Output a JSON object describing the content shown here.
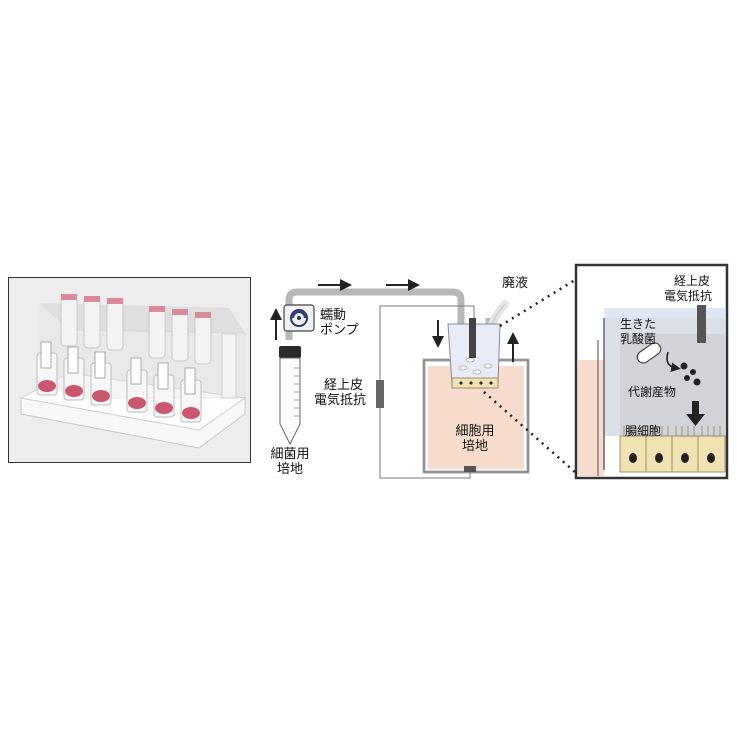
{
  "labels": {
    "pump": [
      "蠕動",
      "ポンプ"
    ],
    "teer_middle": [
      "経上皮",
      "電気抵抗"
    ],
    "bacterial_medium": [
      "細菌用",
      "培地"
    ],
    "waste": "廃液",
    "cell_medium": [
      "細胞用",
      "培地"
    ],
    "teer_zoom": [
      "経上皮",
      "電気抵抗"
    ],
    "live_lactic_bacteria": [
      "生きた",
      "乳酸菌"
    ],
    "metabolites": "代謝産物",
    "intestinal_cells": "腸細胞"
  },
  "colors": {
    "tube": "#b8b8b8",
    "medium_pink": "#f7dccd",
    "apical_blue": "#dfe6f5",
    "cell_yellow": "#f1e2b3",
    "electrode": "#555555",
    "metabolite_dark": "#222222",
    "bottle_pink": "#d98a9a"
  }
}
